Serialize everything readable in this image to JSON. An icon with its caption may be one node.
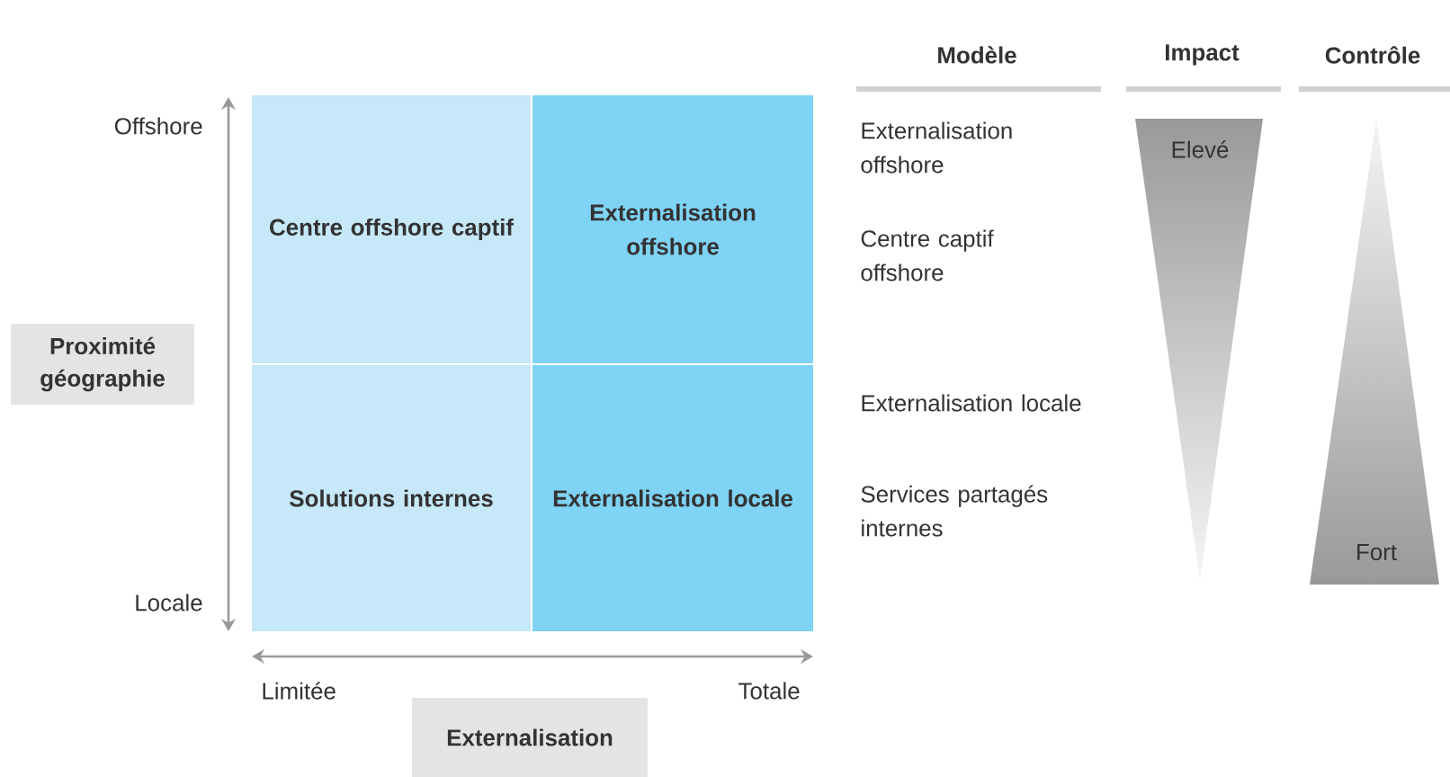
{
  "diagram": {
    "nodes": [
      {
        "text": [
          "Centre offshore captif"
        ]
      },
      {
        "text": [
          "Externalisation offshore"
        ]
      },
      {
        "text": [
          "Solutions internes"
        ]
      },
      {
        "text": [
          "Externalisation locale"
        ]
      },
      {
        "text": [
          "Proximité géographie"
        ]
      },
      {
        "text": [
          "Externalisation"
        ]
      },
      {
        "text": [
          "Modèle"
        ]
      },
      {
        "text": [
          "Impact"
        ]
      },
      {
        "text": [
          "Contrôle"
        ]
      },
      {
        "text": [
          "Elevé"
        ]
      },
      {
        "text": [
          "Fort"
        ]
      }
    ],
    "labels": [
      "Offshore",
      "Locale",
      "Limitée",
      "Totale",
      "Externalisation offshore",
      "Centre captif offshore",
      "Externalisation locale",
      "Services partagés internes"
    ]
  }
}
